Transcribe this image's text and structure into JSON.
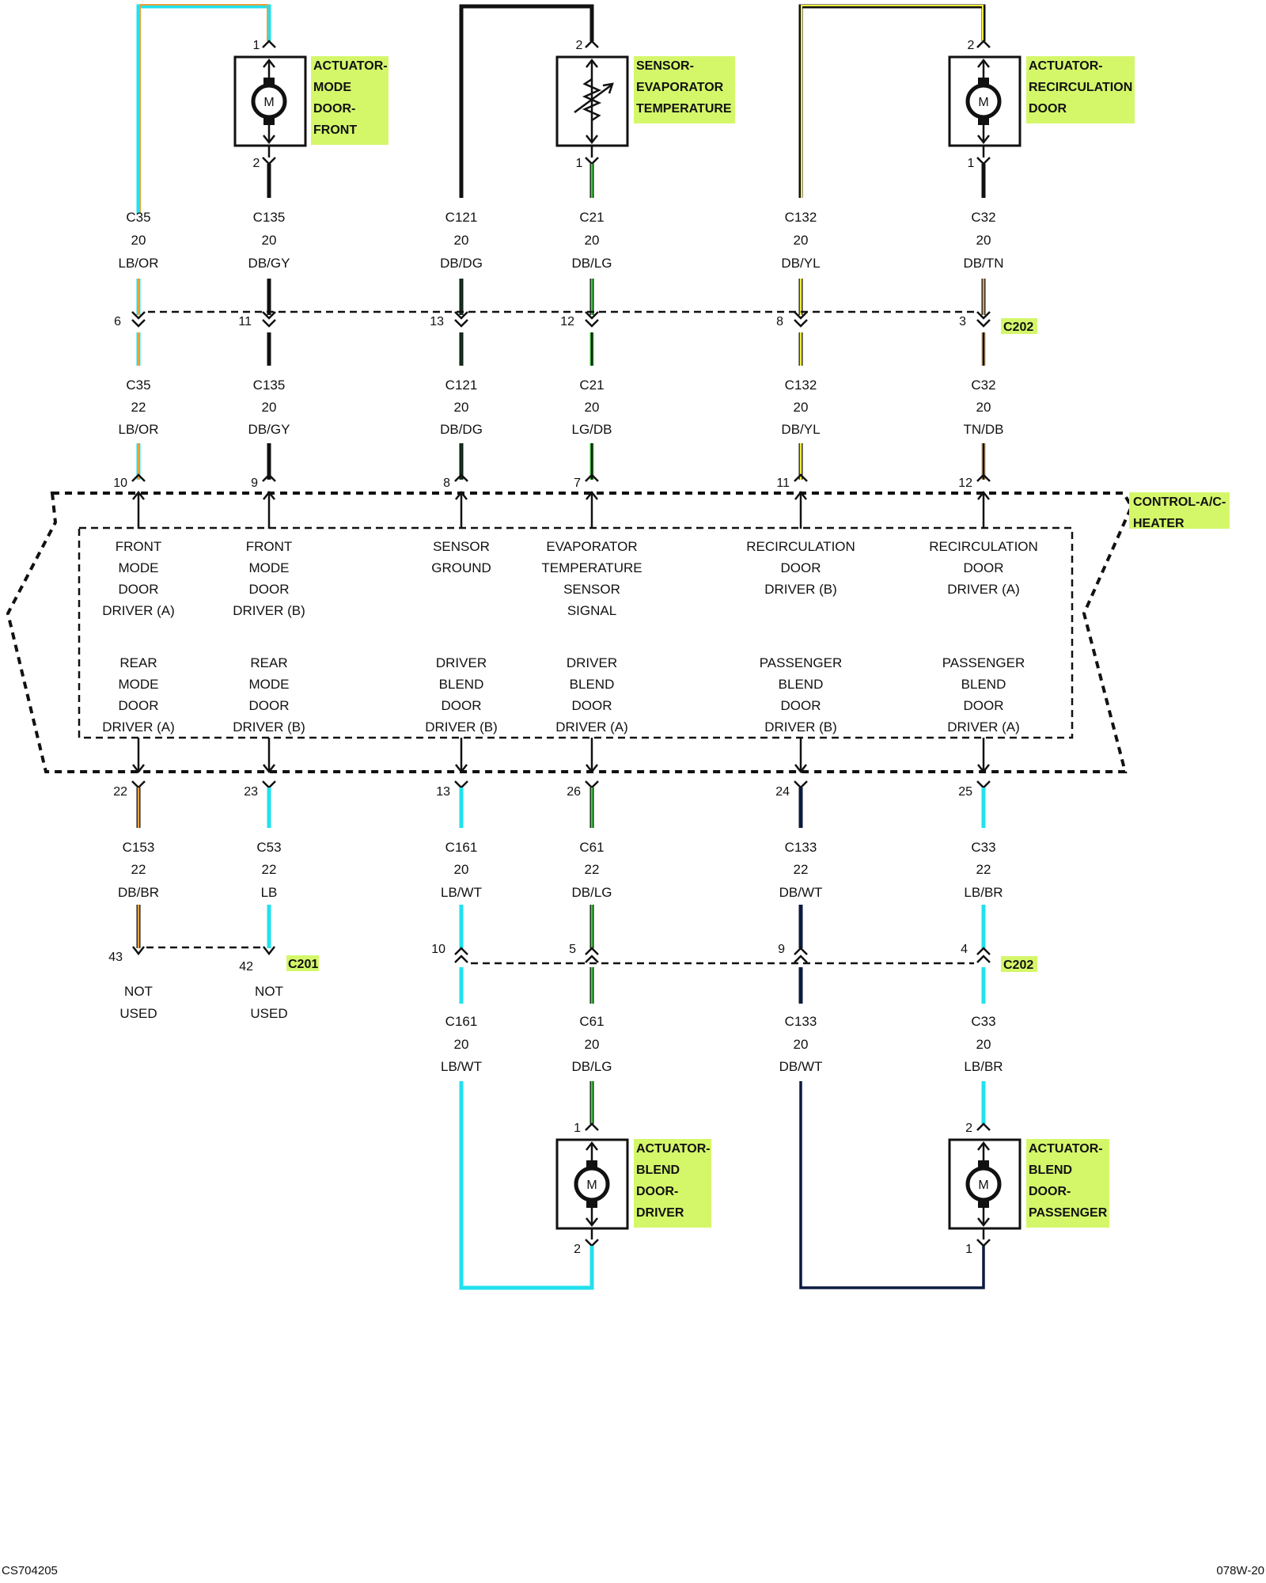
{
  "components": {
    "mode_front": [
      "ACTUATOR-",
      "MODE",
      "DOOR-",
      "FRONT"
    ],
    "evap_sensor": [
      "SENSOR-",
      "EVAPORATOR",
      "TEMPERATURE"
    ],
    "recirc": [
      "ACTUATOR-",
      "RECIRCULATION",
      "DOOR"
    ],
    "blend_driver": [
      "ACTUATOR-",
      "BLEND",
      "DOOR-",
      "DRIVER"
    ],
    "blend_passenger": [
      "ACTUATOR-",
      "BLEND",
      "DOOR-",
      "PASSENGER"
    ],
    "control": [
      "CONTROL-A/C-",
      "HEATER"
    ],
    "motor_symbol": "M"
  },
  "connectors": {
    "c202": "C202",
    "c201": "C201"
  },
  "top_pins": {
    "mode_front": [
      "1",
      "2"
    ],
    "evap_sensor": [
      "2",
      "1"
    ],
    "recirc": [
      "2",
      "1"
    ]
  },
  "bottom_pins": {
    "blend_driver": [
      "1",
      "2"
    ],
    "blend_passenger": [
      "2",
      "1"
    ]
  },
  "upper_circuits": [
    {
      "name": "C35",
      "gauge": "20",
      "color": "LB/OR",
      "c202_pin": "6",
      "name2": "C35",
      "gauge2": "22",
      "color2": "LB/OR",
      "module_pin": "10"
    },
    {
      "name": "C135",
      "gauge": "20",
      "color": "DB/GY",
      "c202_pin": "11",
      "name2": "C135",
      "gauge2": "20",
      "color2": "DB/GY",
      "module_pin": "9"
    },
    {
      "name": "C121",
      "gauge": "20",
      "color": "DB/DG",
      "c202_pin": "13",
      "name2": "C121",
      "gauge2": "20",
      "color2": "DB/DG",
      "module_pin": "8"
    },
    {
      "name": "C21",
      "gauge": "20",
      "color": "DB/LG",
      "c202_pin": "12",
      "name2": "C21",
      "gauge2": "20",
      "color2": "LG/DB",
      "module_pin": "7"
    },
    {
      "name": "C132",
      "gauge": "20",
      "color": "DB/YL",
      "c202_pin": "8",
      "name2": "C132",
      "gauge2": "20",
      "color2": "DB/YL",
      "module_pin": "11"
    },
    {
      "name": "C32",
      "gauge": "20",
      "color": "DB/TN",
      "c202_pin": "3",
      "name2": "C32",
      "gauge2": "20",
      "color2": "TN/DB",
      "module_pin": "12"
    }
  ],
  "upper_functions": [
    [
      "FRONT",
      "MODE",
      "DOOR",
      "DRIVER (A)"
    ],
    [
      "FRONT",
      "MODE",
      "DOOR",
      "DRIVER (B)"
    ],
    [
      "SENSOR",
      "GROUND"
    ],
    [
      "EVAPORATOR",
      "TEMPERATURE",
      "SENSOR",
      "SIGNAL"
    ],
    [
      "RECIRCULATION",
      "DOOR",
      "DRIVER (B)"
    ],
    [
      "RECIRCULATION",
      "DOOR",
      "DRIVER (A)"
    ]
  ],
  "lower_functions": [
    [
      "REAR",
      "MODE",
      "DOOR",
      "DRIVER (A)"
    ],
    [
      "REAR",
      "MODE",
      "DOOR",
      "DRIVER (B)"
    ],
    [
      "DRIVER",
      "BLEND",
      "DOOR",
      "DRIVER (B)"
    ],
    [
      "DRIVER",
      "BLEND",
      "DOOR",
      "DRIVER (A)"
    ],
    [
      "PASSENGER",
      "BLEND",
      "DOOR",
      "DRIVER (B)"
    ],
    [
      "PASSENGER",
      "BLEND",
      "DOOR",
      "DRIVER (A)"
    ]
  ],
  "lower_circuits": [
    {
      "module_pin": "22",
      "name": "C153",
      "gauge": "22",
      "color": "DB/BR",
      "conn_pin": "43"
    },
    {
      "module_pin": "23",
      "name": "C53",
      "gauge": "22",
      "color": "LB",
      "conn_pin": "42"
    },
    {
      "module_pin": "13",
      "name": "C161",
      "gauge": "20",
      "color": "LB/WT",
      "conn_pin": "10",
      "name2": "C161",
      "gauge2": "20",
      "color2": "LB/WT"
    },
    {
      "module_pin": "26",
      "name": "C61",
      "gauge": "22",
      "color": "DB/LG",
      "conn_pin": "5",
      "name2": "C61",
      "gauge2": "20",
      "color2": "DB/LG"
    },
    {
      "module_pin": "24",
      "name": "C133",
      "gauge": "22",
      "color": "DB/WT",
      "conn_pin": "9",
      "name2": "C133",
      "gauge2": "20",
      "color2": "DB/WT"
    },
    {
      "module_pin": "25",
      "name": "C33",
      "gauge": "22",
      "color": "LB/BR",
      "conn_pin": "4",
      "name2": "C33",
      "gauge2": "20",
      "color2": "LB/BR"
    }
  ],
  "not_used": [
    "NOT",
    "USED"
  ],
  "footer": {
    "left": "CS704205",
    "right": "078W-20"
  },
  "colors": {
    "highlight": "#d4f76a",
    "light_blue": "#22e0ee",
    "dark_blue": "#0b1a3e",
    "orange": "#e8a23a",
    "yellow": "#f2ef3a",
    "light_green": "#3ed13e",
    "tan": "#c9a06a",
    "ink": "#111111"
  }
}
